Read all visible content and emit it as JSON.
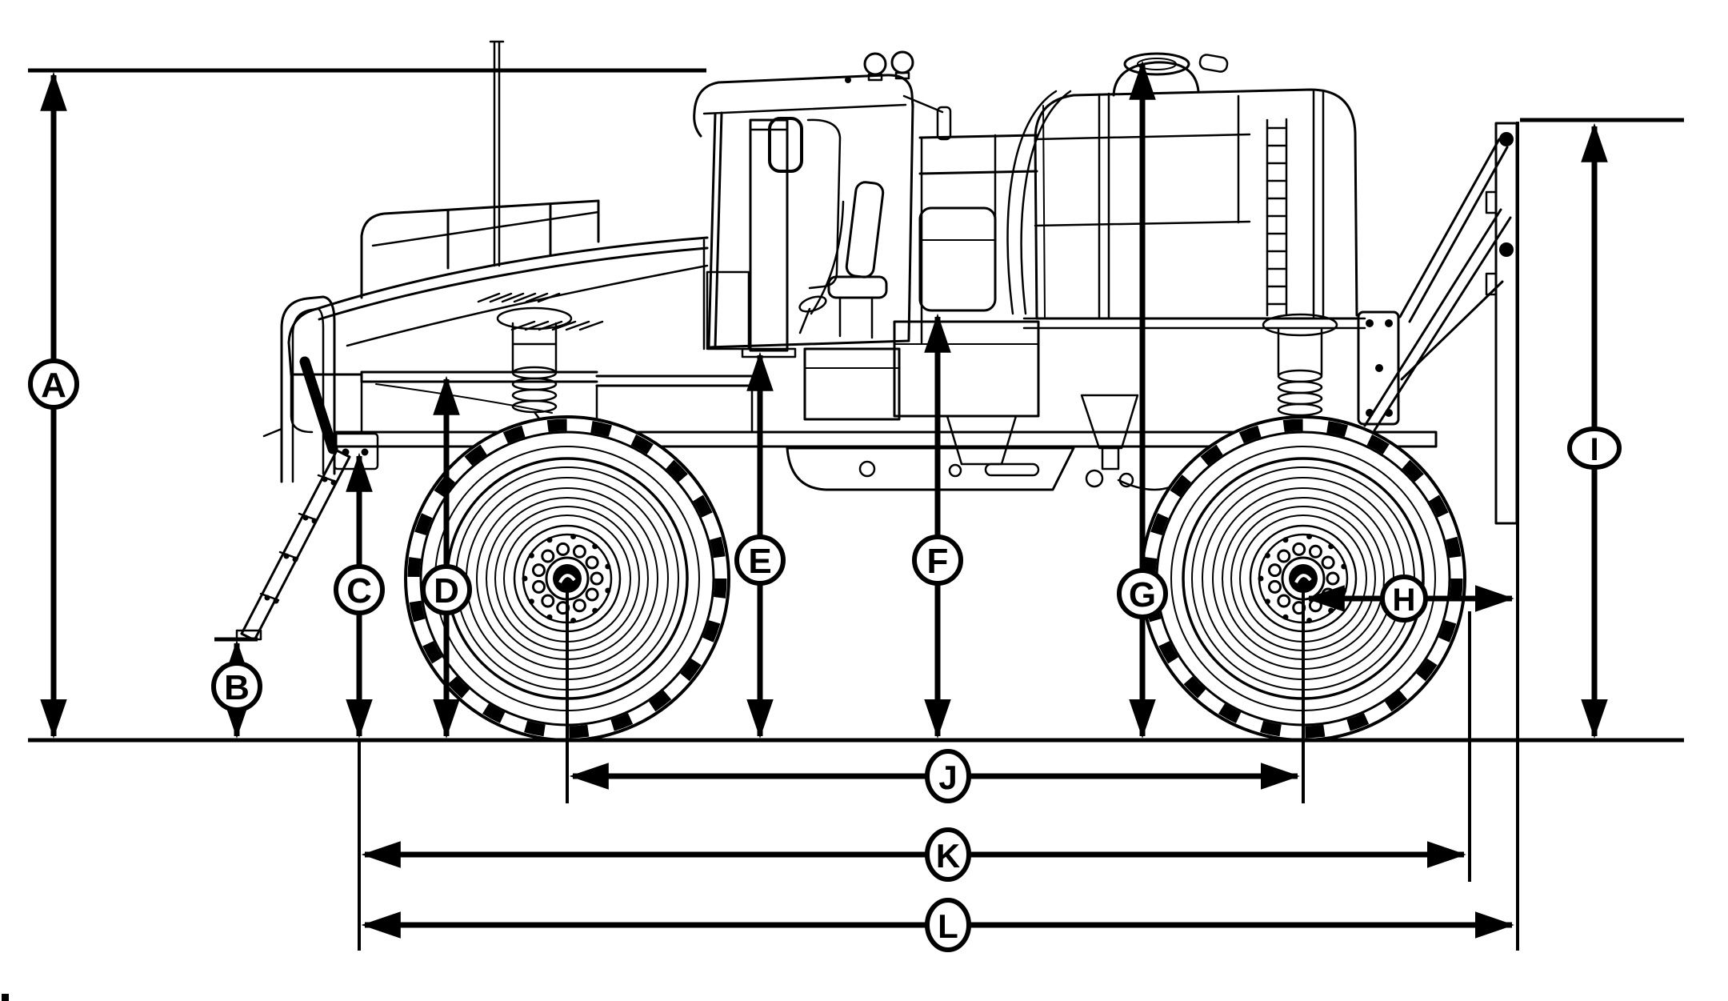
{
  "diagram": {
    "type": "dimension-line-drawing",
    "subject_icon": "self-propelled-sprayer-side-view",
    "dimension_labels": [
      "A",
      "B",
      "C",
      "D",
      "E",
      "F",
      "G",
      "H",
      "I",
      "J",
      "K",
      "L"
    ]
  },
  "colors": {
    "ink": "#000000",
    "background": "#ffffff"
  },
  "markers": {
    "a": {
      "letter": "A"
    },
    "b": {
      "letter": "B"
    },
    "c": {
      "letter": "C"
    },
    "d": {
      "letter": "D"
    },
    "e": {
      "letter": "E"
    },
    "f": {
      "letter": "F"
    },
    "g": {
      "letter": "G"
    },
    "h": {
      "letter": "H"
    },
    "i": {
      "letter": "I"
    },
    "j": {
      "letter": "J"
    },
    "k": {
      "letter": "K"
    },
    "l": {
      "letter": "L"
    }
  }
}
